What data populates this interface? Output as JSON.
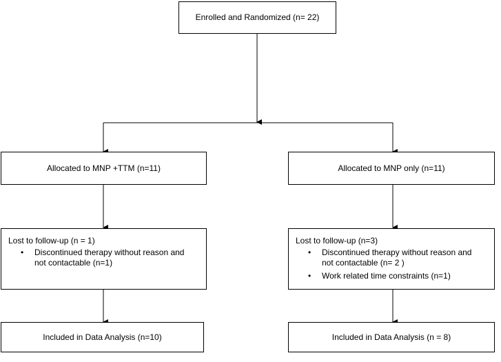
{
  "enrollment": {
    "label": "Enrolled and Randomized (n= 22)"
  },
  "left_arm": {
    "allocation": "Allocated to MNP +TTM (n=11)",
    "lost_title": "Lost to follow-up  (n = 1)",
    "lost_items": [
      "Discontinued therapy without reason and not contactable (n=1)"
    ],
    "analysis": "Included in Data Analysis (n=10)"
  },
  "right_arm": {
    "allocation": "Allocated to MNP only (n=11)",
    "lost_title": "Lost to follow-up  (n=3)",
    "lost_items": [
      "Discontinued therapy without reason and not contactable (n= 2 )",
      "Work related time constraints (n=1)"
    ],
    "analysis": "Included in Data Analysis (n = 8)"
  },
  "bullet_glyph": "•"
}
